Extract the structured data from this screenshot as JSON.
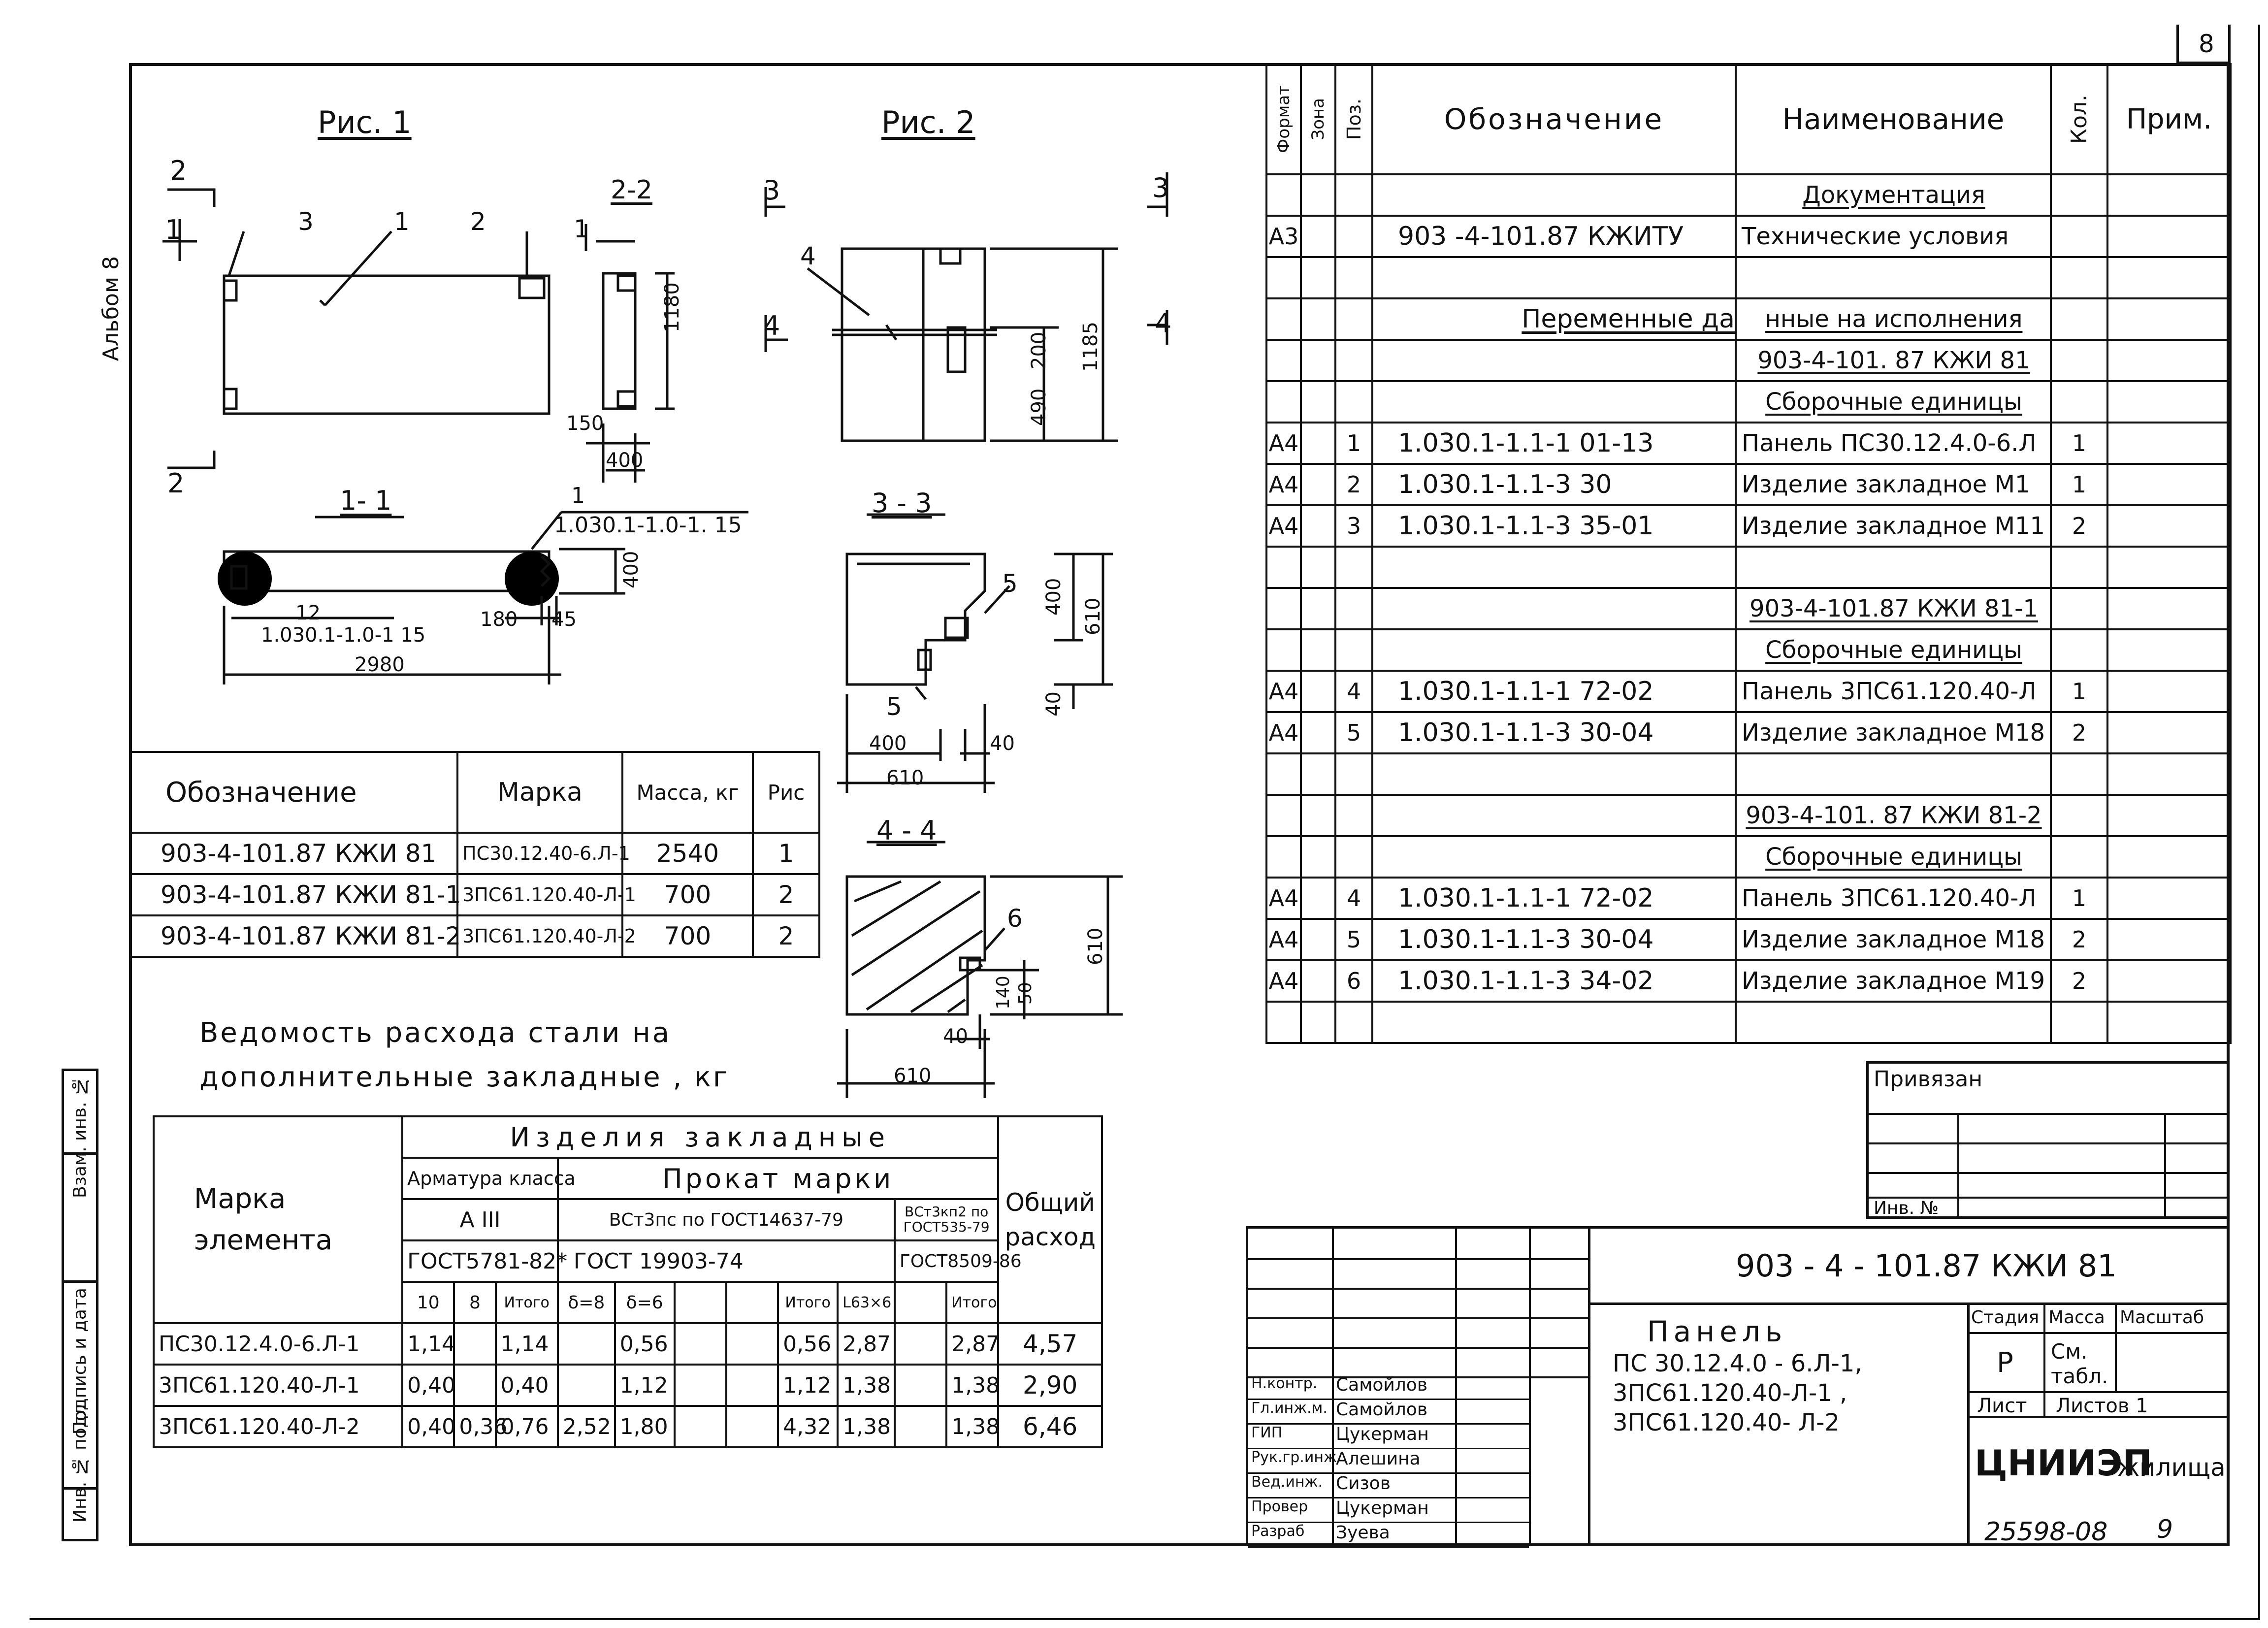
{
  "page": {
    "page_number": "8",
    "album": "Альбом 8",
    "footer_code": "25598-08",
    "footer_page": "9"
  },
  "figures": {
    "fig1_title": "Рис. 1",
    "fig2_title": "Рис. 2",
    "fig1": {
      "sec_2_top": "2",
      "sec_1": "1",
      "sec_2_bottom": "2",
      "pos_3": "3",
      "pos_1": "1",
      "pos_2": "2",
      "section_22": "2-2",
      "section_22_mark": "1",
      "dim_1180": "1180",
      "dim_150": "150",
      "dim_400": "400",
      "section_11": "1- 1",
      "callout_top_num": "1",
      "callout_top_ref": "1.030.1-1.0-1. 15",
      "dim_12": "12",
      "callout_bottom_ref": "1.030.1-1.0-1 15",
      "dim_2980": "2980",
      "dim_400b": "400",
      "dim_180": "180",
      "dim_45": "45"
    },
    "fig2": {
      "sec_3_left": "3",
      "sec_3_right": "3",
      "pos_4": "4",
      "sec_4_left": "4",
      "sec_4_right": "4",
      "dim_200": "200",
      "dim_490": "490",
      "dim_1185": "1185",
      "section_33": "3 - 3",
      "pos_5a": "5",
      "pos_5b": "5",
      "dim_400": "400",
      "dim_610": "610",
      "dim_40": "40",
      "dim_400b": "400",
      "dim_40b": "40",
      "dim_610b": "610",
      "section_44": "4 - 4",
      "pos_6": "6",
      "dim_610c": "610",
      "dim_140": "140",
      "dim_50": "50",
      "dim_40c": "40",
      "dim_610d": "610"
    }
  },
  "marks_table": {
    "headers": [
      "Обозначение",
      "Марка",
      "Масса, кг",
      "Рис"
    ],
    "rows": [
      [
        "903-4-101.87  КЖИ 81",
        "ПС30.12.40-6.Л-1",
        "2540",
        "1"
      ],
      [
        "903-4-101.87  КЖИ 81-1",
        "3ПС61.120.40-Л-1",
        "700",
        "2"
      ],
      [
        "903-4-101.87  КЖИ 81-2",
        "3ПС61.120.40-Л-2",
        "700",
        "2"
      ]
    ]
  },
  "steel": {
    "title_line1": "Ведомость расхода стали на",
    "title_line2": "дополнительные закладные , кг",
    "h_group": "Изделия  закладные",
    "h_mark": "Марка элемента",
    "h_arm": "Арматура класса",
    "h_prokat": "Прокат марки",
    "h_total": "Общий расход",
    "h_a3": "А III",
    "h_vst3ps": "ВСт3пс по ГОСТ14637-79",
    "h_vst3kp2": "ВСт3кп2 по ГОСТ535-79",
    "h_gost5781": "ГОСТ5781-82*",
    "h_gost19903": "ГОСТ 19903-74",
    "h_gost8509": "ГОСТ8509-86",
    "h_d10": "10",
    "h_d8": "8",
    "h_itogo1": "Итого",
    "h_t8": "δ=8",
    "h_t6": "δ=6",
    "h_itogo2": "Итого",
    "h_l63": "L63×6",
    "h_itogo3": "Итого",
    "rows": [
      {
        "mark": "ПС30.12.4.0-6.Л-1",
        "d10": "1,14",
        "d8": "",
        "it1": "1,14",
        "t8": "",
        "t6": "0,56",
        "it2": "0,56",
        "l63": "2,87",
        "it3": "2,87",
        "total": "4,57"
      },
      {
        "mark": "3ПС61.120.40-Л-1",
        "d10": "0,40",
        "d8": "",
        "it1": "0,40",
        "t8": "",
        "t6": "1,12",
        "it2": "1,12",
        "l63": "1,38",
        "it3": "1,38",
        "total": "2,90"
      },
      {
        "mark": "3ПС61.120.40-Л-2",
        "d10": "0,40",
        "d8": "0,36",
        "it1": "0,76",
        "t8": "2,52",
        "t6": "1,80",
        "it2": "4,32",
        "l63": "1,38",
        "it3": "1,38",
        "total": "6,46"
      }
    ]
  },
  "spec": {
    "h_format": "Формат",
    "h_zone": "Зона",
    "h_pos": "Поз.",
    "h_oboz": "Обозначение",
    "h_name": "Наименование",
    "h_kol": "Кол.",
    "h_prim": "Прим.",
    "rows": [
      {
        "f": "",
        "z": "",
        "p": "",
        "o": "",
        "n": "Документация",
        "k": "",
        "r": "",
        "u": true
      },
      {
        "f": "А3",
        "z": "",
        "p": "",
        "o": "903 -4-101.87 КЖИТУ",
        "n": "Технические условия",
        "k": "",
        "r": ""
      },
      {
        "f": "",
        "z": "",
        "p": "",
        "o": "",
        "n": "",
        "k": "",
        "r": ""
      },
      {
        "f": "",
        "z": "",
        "p": "",
        "o": "Переменные да",
        "n": "нные на исполнения",
        "k": "",
        "r": "",
        "uo": true,
        "u": true
      },
      {
        "f": "",
        "z": "",
        "p": "",
        "o": "",
        "n": "903-4-101. 87 КЖИ 81",
        "k": "",
        "r": "",
        "u": true
      },
      {
        "f": "",
        "z": "",
        "p": "",
        "o": "",
        "n": "Сборочные единицы",
        "k": "",
        "r": "",
        "u": true
      },
      {
        "f": "А4",
        "z": "",
        "p": "1",
        "o": "1.030.1-1.1-1    01-13",
        "n": "Панель ПС30.12.4.0-6.Л",
        "k": "1",
        "r": ""
      },
      {
        "f": "А4",
        "z": "",
        "p": "2",
        "o": "1.030.1-1.1-3    30",
        "n": "Изделие закладное М1",
        "k": "1",
        "r": ""
      },
      {
        "f": "А4",
        "z": "",
        "p": "3",
        "o": "1.030.1-1.1-3    35-01",
        "n": "Изделие закладное М11",
        "k": "2",
        "r": ""
      },
      {
        "f": "",
        "z": "",
        "p": "",
        "o": "",
        "n": "",
        "k": "",
        "r": ""
      },
      {
        "f": "",
        "z": "",
        "p": "",
        "o": "",
        "n": "903-4-101.87 КЖИ 81-1",
        "k": "",
        "r": "",
        "u": true
      },
      {
        "f": "",
        "z": "",
        "p": "",
        "o": "",
        "n": "Сборочные единицы",
        "k": "",
        "r": "",
        "u": true
      },
      {
        "f": "А4",
        "z": "",
        "p": "4",
        "o": "1.030.1-1.1-1    72-02",
        "n": "Панель 3ПС61.120.40-Л",
        "k": "1",
        "r": ""
      },
      {
        "f": "А4",
        "z": "",
        "p": "5",
        "o": "1.030.1-1.1-3    30-04",
        "n": "Изделие закладное М18",
        "k": "2",
        "r": ""
      },
      {
        "f": "",
        "z": "",
        "p": "",
        "o": "",
        "n": "",
        "k": "",
        "r": ""
      },
      {
        "f": "",
        "z": "",
        "p": "",
        "o": "",
        "n": "903-4-101. 87 КЖИ 81-2",
        "k": "",
        "r": "",
        "u": true
      },
      {
        "f": "",
        "z": "",
        "p": "",
        "o": "",
        "n": "Сборочные единицы",
        "k": "",
        "r": "",
        "u": true
      },
      {
        "f": "А4",
        "z": "",
        "p": "4",
        "o": "1.030.1-1.1-1    72-02",
        "n": "Панель 3ПС61.120.40-Л",
        "k": "1",
        "r": ""
      },
      {
        "f": "А4",
        "z": "",
        "p": "5",
        "o": "1.030.1-1.1-3    30-04",
        "n": "Изделие закладное М18",
        "k": "2",
        "r": ""
      },
      {
        "f": "А4",
        "z": "",
        "p": "6",
        "o": "1.030.1-1.1-3    34-02",
        "n": "Изделие закладное М19",
        "k": "2",
        "r": ""
      },
      {
        "f": "",
        "z": "",
        "p": "",
        "o": "",
        "n": "",
        "k": "",
        "r": ""
      }
    ]
  },
  "privyazan": {
    "label": "Привязан",
    "inv": "Инв. №"
  },
  "title_block": {
    "code": "903 - 4 - 101.87      КЖИ 81",
    "name_title": "Панель",
    "name_line1": "ПС 30.12.4.0 - 6.Л-1,",
    "name_line2": "3ПС61.120.40-Л-1 ,",
    "name_line3": "3ПС61.120.40- Л-2",
    "stadiya_h": "Стадия",
    "massa_h": "Масса",
    "masshtab_h": "Масштаб",
    "stadiya": "Р",
    "massa": "См. табл.",
    "list": "Лист",
    "listov": "Листов 1",
    "org_main": "ЦНИИЭП",
    "org_sub": "жилища",
    "people": [
      {
        "role": "Н.контр.",
        "name": "Самойлов"
      },
      {
        "role": "Гл.инж.м.",
        "name": "Самойлов"
      },
      {
        "role": "ГИП",
        "name": "Цукерман"
      },
      {
        "role": "Рук.гр.инж",
        "name": "Алешина"
      },
      {
        "role": "Вед.инж.",
        "name": "Сизов"
      },
      {
        "role": "Провер",
        "name": "Цукерман"
      },
      {
        "role": "Разраб",
        "name": "Зуева"
      }
    ]
  },
  "left_strip": {
    "inv_podl": "Инв. № подл.",
    "podpis": "Подпись и дата",
    "vzam": "Взам. инв. №"
  }
}
